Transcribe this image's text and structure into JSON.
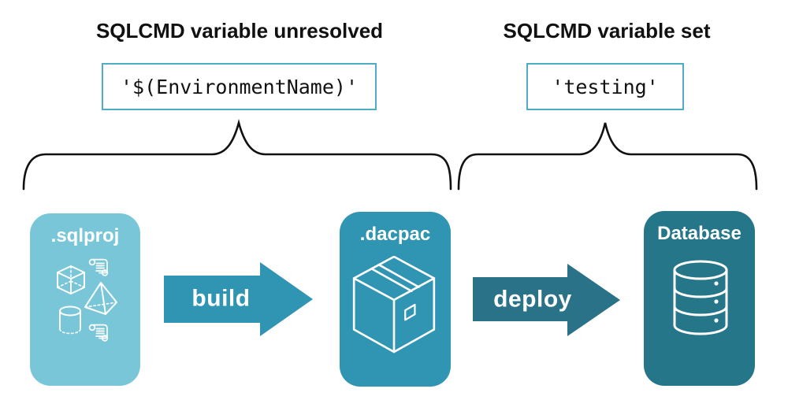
{
  "annotations": {
    "unresolved": {
      "title": "SQLCMD variable unresolved",
      "code": "'$(EnvironmentName)'"
    },
    "set": {
      "title": "SQLCMD variable set",
      "code": "'testing'"
    }
  },
  "pipeline": {
    "nodes": [
      {
        "id": "sqlproj",
        "label": ".sqlproj",
        "color": "#79C6D9",
        "icon": "sql-objects-icon"
      },
      {
        "id": "dacpac",
        "label": ".dacpac",
        "color": "#3095B2",
        "icon": "package-icon"
      },
      {
        "id": "database",
        "label": "Database",
        "color": "#26768A",
        "icon": "database-icon"
      }
    ],
    "arrows": [
      {
        "id": "build",
        "label": "build",
        "color": "#3095B2"
      },
      {
        "id": "deploy",
        "label": "deploy",
        "color": "#2A7287"
      }
    ]
  },
  "colors": {
    "background": "#FFFFFF",
    "code_box_border": "#4FACC6",
    "brace_stroke": "#111111",
    "heading_text": "#111111",
    "node_text": "#FFFFFF"
  }
}
